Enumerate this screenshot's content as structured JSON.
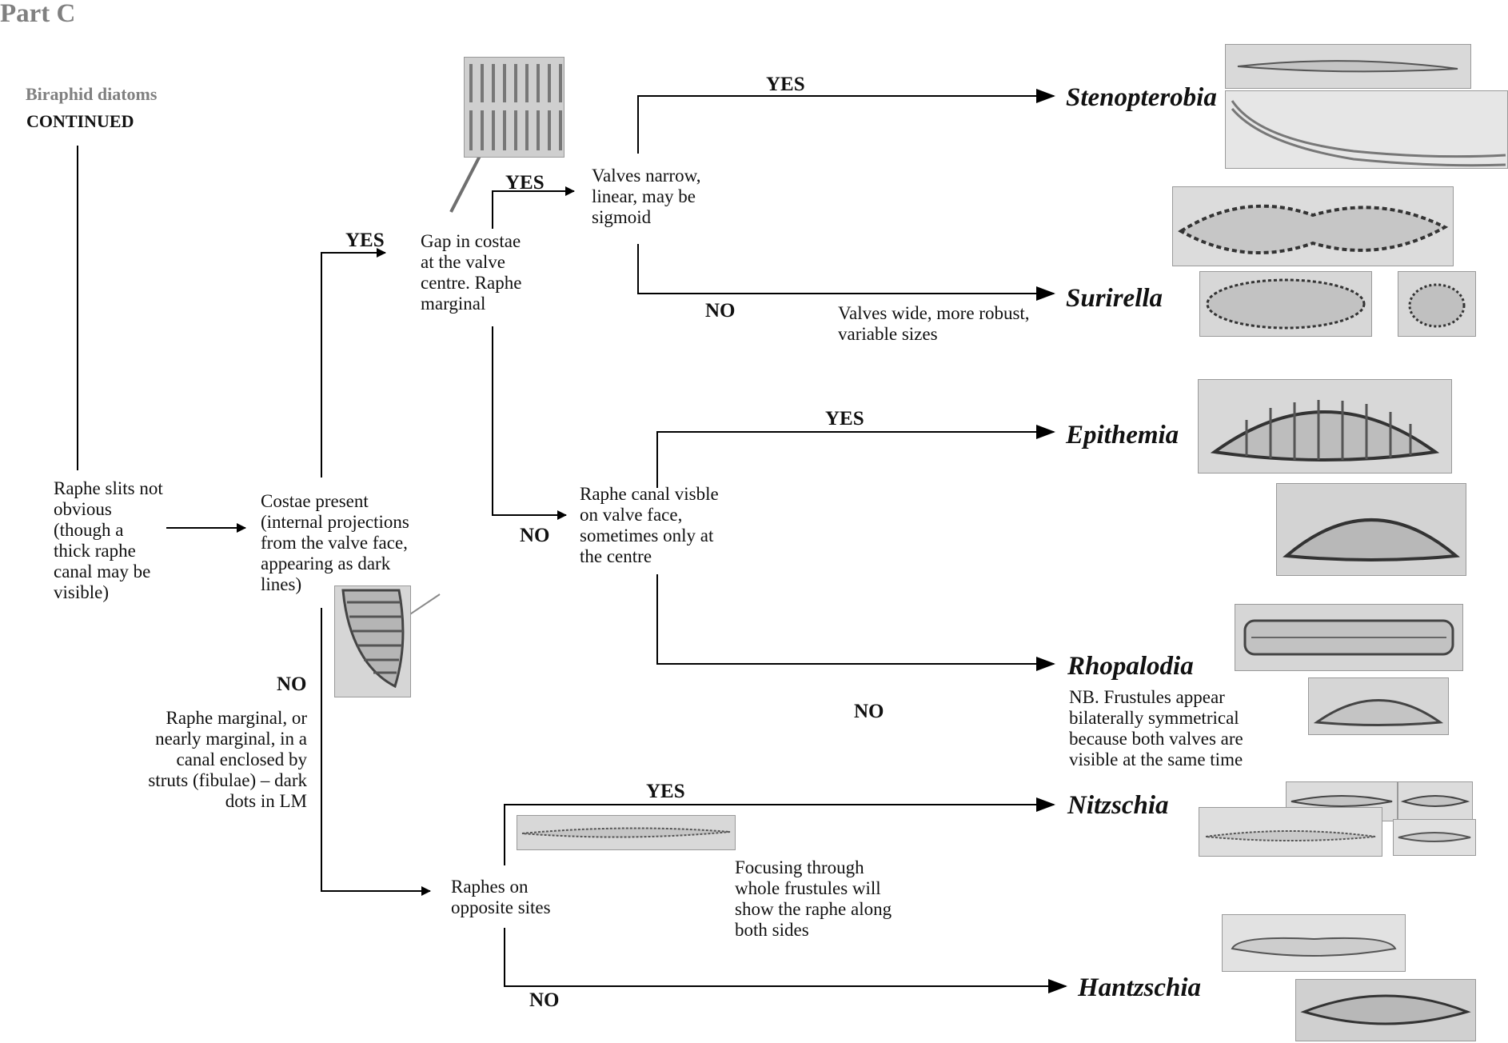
{
  "header": {
    "part": "Part C",
    "group": "Biraphid diatoms",
    "continued": "CONTINUED"
  },
  "nodes": {
    "raphe_slits": "Raphe slits not\nobvious\n(though a\nthick raphe\ncanal may be\nvisible)",
    "costae": "Costae present\n(internal projections\nfrom the valve face,\nappearing as dark\nlines)",
    "gap": "Gap in costae\nat the valve\ncentre. Raphe\nmarginal",
    "valves_narrow": "Valves narrow,\nlinear, may be\nsigmoid",
    "valves_wide": "Valves wide, more robust,\nvariable sizes",
    "raphe_canal": "Raphe canal visble\non valve face,\nsometimes only at\nthe centre",
    "raphe_marginal": "Raphe marginal, or\nnearly marginal, in a\ncanal enclosed by\nstruts (fibulae) – dark\ndots in LM",
    "raphes_opposite": "Raphes on\nopposite sites",
    "focusing": "Focusing through\nwhole frustules will\nshow the raphe along\nboth sides",
    "nb": "NB. Frustules appear\nbilaterally symmetrical\nbecause both valves are\nvisible at the same time"
  },
  "labels": {
    "yes": "YES",
    "no": "NO"
  },
  "genera": {
    "stenopterobia": "Stenopterobia",
    "surirella": "Surirella",
    "epithemia": "Epithemia",
    "rhopalodia": "Rhopalodia",
    "nitzschia": "Nitzschia",
    "hantzschia": "Hantzschia"
  },
  "colors": {
    "line": "#000000",
    "header_gray": "#808080",
    "arrow_gray": "#6f6f6f",
    "photo_bg": "#d2d2d2"
  }
}
